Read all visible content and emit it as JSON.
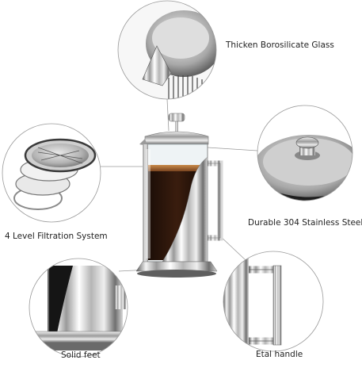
{
  "callouts": {
    "glass": "Thicken Borosilicate Glass",
    "steel": "Durable 304 Stainless Steel",
    "filtration": "4 Level Filtration System",
    "feet": "Solid feet",
    "handle": "Etal handle"
  }
}
